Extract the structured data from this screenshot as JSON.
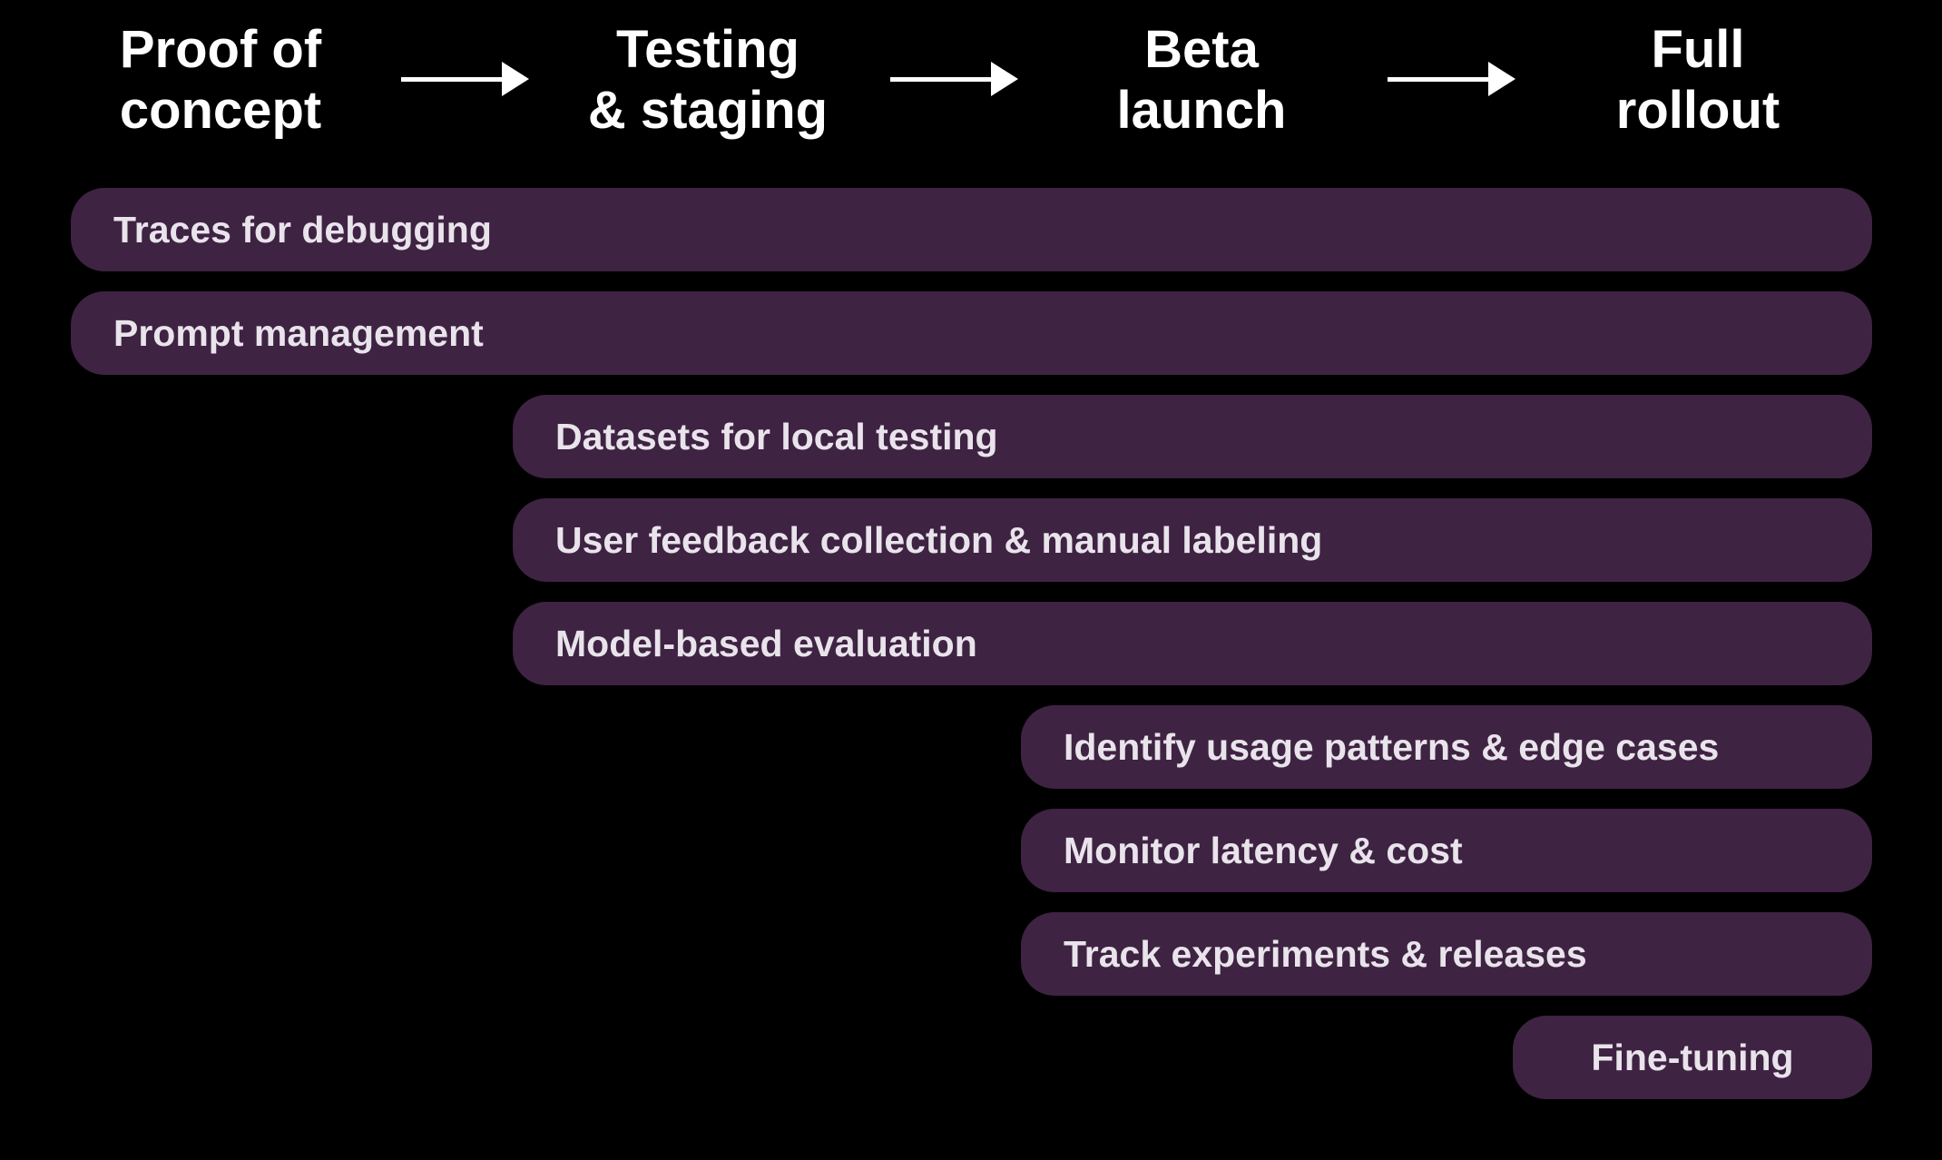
{
  "phases": [
    {
      "line1": "Proof of",
      "line2": "concept",
      "full_label": "Proof of concept"
    },
    {
      "line1": "Testing",
      "line2": "& staging",
      "full_label": "Testing & staging"
    },
    {
      "line1": "Beta",
      "line2": "launch",
      "full_label": "Beta launch"
    },
    {
      "line1": "Full",
      "line2": "rollout",
      "full_label": "Full rollout"
    }
  ],
  "bars": [
    {
      "label": "Traces for debugging",
      "start_phase_index": 0,
      "start_phase": "Proof of concept"
    },
    {
      "label": "Prompt management",
      "start_phase_index": 0,
      "start_phase": "Proof of concept"
    },
    {
      "label": "Datasets for local testing",
      "start_phase_index": 1,
      "start_phase": "Testing & staging"
    },
    {
      "label": "User feedback collection & manual labeling",
      "start_phase_index": 1,
      "start_phase": "Testing & staging"
    },
    {
      "label": "Model-based evaluation",
      "start_phase_index": 1,
      "start_phase": "Testing & staging"
    },
    {
      "label": "Identify usage patterns & edge cases",
      "start_phase_index": 2,
      "start_phase": "Beta launch"
    },
    {
      "label": "Monitor latency & cost",
      "start_phase_index": 2,
      "start_phase": "Beta launch"
    },
    {
      "label": "Track experiments & releases",
      "start_phase_index": 2,
      "start_phase": "Beta launch"
    },
    {
      "label": "Fine-tuning",
      "start_phase_index": 3,
      "start_phase": "Full rollout"
    }
  ],
  "colors": {
    "background": "#000000",
    "bar_fill": "#3E2342",
    "bar_text": "#E9E3EB",
    "header_text": "#FFFFFF",
    "arrow": "#FFFFFF"
  }
}
